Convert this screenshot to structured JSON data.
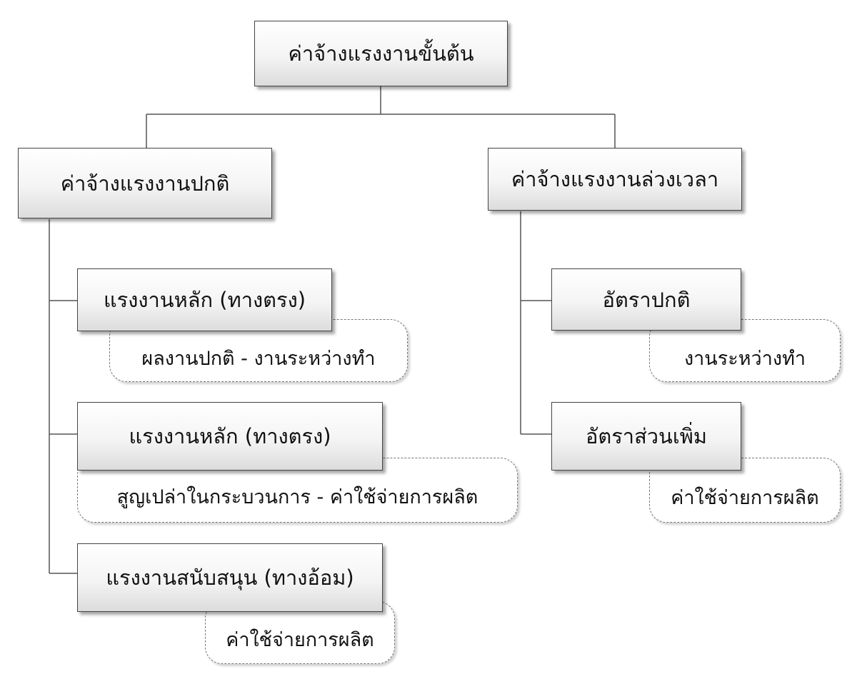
{
  "diagram": {
    "root": {
      "label": "ค่าจ้างแรงงานขั้นต้น"
    },
    "branches": [
      {
        "label": "ค่าจ้างแรงงานปกติ",
        "children": [
          {
            "label": "แรงงานหลัก (ทางตรง)",
            "note": "ผลงานปกติ - งานระหว่างทำ"
          },
          {
            "label": "แรงงานหลัก (ทางตรง)",
            "note": "สูญเปล่าในกระบวนการ - ค่าใช้จ่ายการผลิต"
          },
          {
            "label": "แรงงานสนับสนุน (ทางอ้อม)",
            "note": "ค่าใช้จ่ายการผลิต"
          }
        ]
      },
      {
        "label": "ค่าจ้างแรงงานล่วงเวลา",
        "children": [
          {
            "label": "อัตราปกติ",
            "note": "งานระหว่างทำ"
          },
          {
            "label": "อัตราส่วนเพิ่ม",
            "note": "ค่าใช้จ่ายการผลิต"
          }
        ]
      }
    ]
  }
}
